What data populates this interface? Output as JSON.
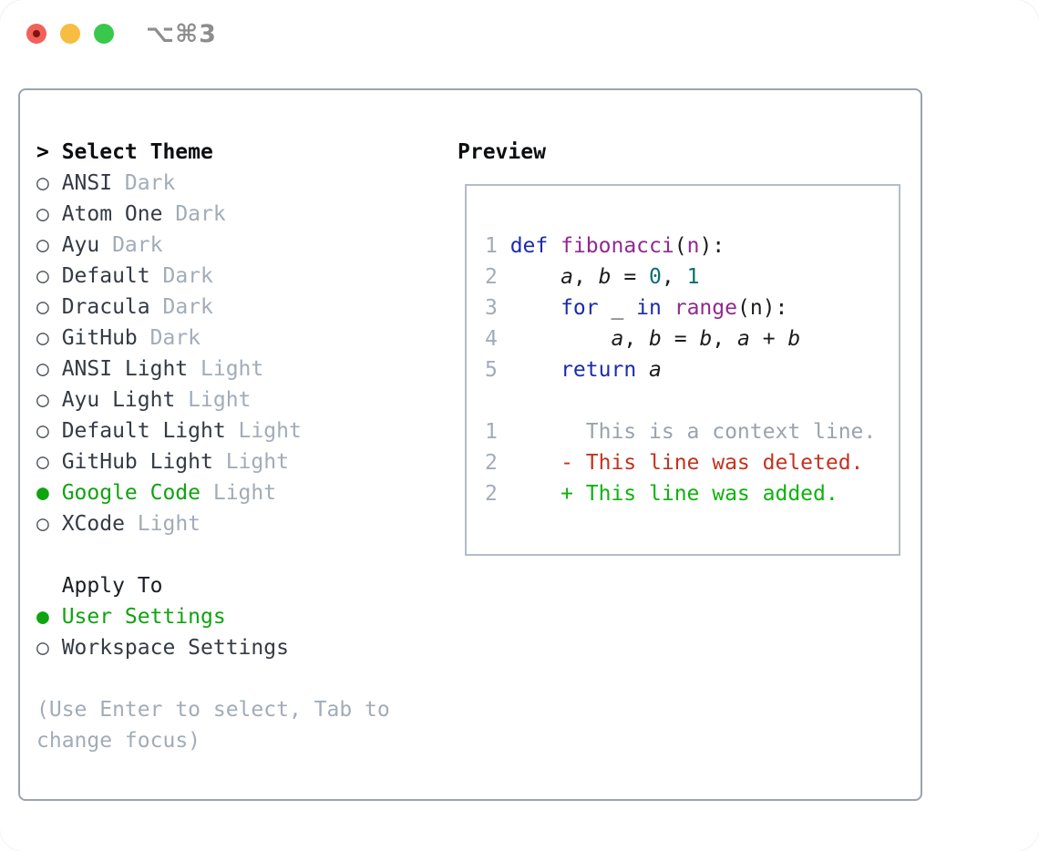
{
  "window": {
    "shortcut": "⌥⌘3",
    "traffic_lights": [
      "close",
      "minimize",
      "zoom"
    ]
  },
  "icons": {
    "radio_unselected": "○",
    "radio_selected": "●",
    "focus_caret": ">"
  },
  "theme_list": {
    "title": "Select Theme",
    "items": [
      {
        "name": "ANSI",
        "variant": "Dark",
        "selected": false
      },
      {
        "name": "Atom One",
        "variant": "Dark",
        "selected": false
      },
      {
        "name": "Ayu",
        "variant": "Dark",
        "selected": false
      },
      {
        "name": "Default",
        "variant": "Dark",
        "selected": false
      },
      {
        "name": "Dracula",
        "variant": "Dark",
        "selected": false
      },
      {
        "name": "GitHub",
        "variant": "Dark",
        "selected": false
      },
      {
        "name": "ANSI Light",
        "variant": "Light",
        "selected": false
      },
      {
        "name": "Ayu Light",
        "variant": "Light",
        "selected": false
      },
      {
        "name": "Default Light",
        "variant": "Light",
        "selected": false
      },
      {
        "name": "GitHub Light",
        "variant": "Light",
        "selected": false
      },
      {
        "name": "Google Code",
        "variant": "Light",
        "selected": true
      },
      {
        "name": "XCode",
        "variant": "Light",
        "selected": false
      }
    ]
  },
  "apply_to": {
    "title": "Apply To",
    "options": [
      {
        "label": "User Settings",
        "selected": true
      },
      {
        "label": "Workspace Settings",
        "selected": false
      }
    ]
  },
  "hint": {
    "lines": [
      "(Use Enter to select, Tab to",
      "change focus)"
    ]
  },
  "preview": {
    "title": "Preview",
    "code_lines": [
      {
        "no": "1",
        "segs": [
          {
            "t": "def",
            "c": "kw"
          },
          {
            "t": " "
          },
          {
            "t": "fibonacci",
            "c": "fn"
          },
          {
            "t": "("
          },
          {
            "t": "n",
            "c": "fn"
          },
          {
            "t": "):"
          }
        ]
      },
      {
        "no": "2",
        "segs": [
          {
            "t": "    "
          },
          {
            "t": "a",
            "i": true
          },
          {
            "t": ", "
          },
          {
            "t": "b",
            "i": true
          },
          {
            "t": " = "
          },
          {
            "t": "0",
            "c": "num"
          },
          {
            "t": ", "
          },
          {
            "t": "1",
            "c": "num"
          }
        ]
      },
      {
        "no": "3",
        "segs": [
          {
            "t": "    "
          },
          {
            "t": "for",
            "c": "kw"
          },
          {
            "t": " _ "
          },
          {
            "t": "in",
            "c": "kw"
          },
          {
            "t": " "
          },
          {
            "t": "range",
            "c": "fn"
          },
          {
            "t": "(n):"
          }
        ]
      },
      {
        "no": "4",
        "segs": [
          {
            "t": "        "
          },
          {
            "t": "a",
            "i": true
          },
          {
            "t": ", "
          },
          {
            "t": "b",
            "i": true
          },
          {
            "t": " = "
          },
          {
            "t": "b",
            "i": true
          },
          {
            "t": ", "
          },
          {
            "t": "a",
            "i": true
          },
          {
            "t": " + "
          },
          {
            "t": "b",
            "i": true
          }
        ]
      },
      {
        "no": "5",
        "segs": [
          {
            "t": "    "
          },
          {
            "t": "return",
            "c": "kw"
          },
          {
            "t": " "
          },
          {
            "t": "a",
            "i": true
          }
        ]
      }
    ],
    "diff_lines": [
      {
        "no": "1",
        "sign": " ",
        "text": "This is a context line.",
        "kind": "ctx"
      },
      {
        "no": "2",
        "sign": "-",
        "text": "This line was deleted.",
        "kind": "del"
      },
      {
        "no": "2",
        "sign": "+",
        "text": "This line was added.",
        "kind": "add"
      }
    ]
  },
  "colors": {
    "green": "#10a310",
    "red": "#c4321f",
    "dgreen": "#0db30d",
    "muted": "#a2acb8",
    "kw": "#1b2caa",
    "fn": "#8f2a8f",
    "num": "#0c6f6f",
    "fg": "#1c1c1c",
    "ctx": "#9aa3ad",
    "border": "#9aa4b0",
    "pborder": "#b3bcc6",
    "text": "#343b45",
    "title": "#0c0e10",
    "shortcut": "#8d8d8d",
    "tlred": "#f2605a",
    "tldot": "#7e150e",
    "tlyellow": "#f7bd40",
    "tlgreen": "#39c84b"
  }
}
